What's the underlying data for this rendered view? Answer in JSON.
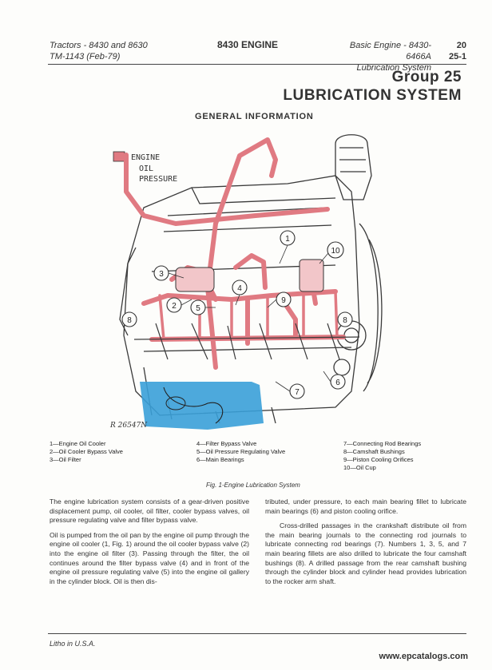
{
  "header": {
    "left_line1": "Tractors - 8430 and 8630",
    "left_line2": "TM-1143  (Feb-79)",
    "center": "8430 ENGINE",
    "right_line1": "Basic Engine - 8430-6466A",
    "right_page_top": "20",
    "right_line2": "Lubrication System",
    "right_page_bottom": "25-1"
  },
  "group_label": "Group 25",
  "section_title": "LUBRICATION SYSTEM",
  "subheading": "GENERAL INFORMATION",
  "figure": {
    "legend_key_label_1": "ENGINE",
    "legend_key_label_2": "OIL",
    "legend_key_label_3": "PRESSURE",
    "ref_code": "R 26547N",
    "callouts": [
      "1",
      "2",
      "3",
      "4",
      "5",
      "6",
      "7",
      "8",
      "9",
      "10"
    ],
    "caption": "Fig. 1-Engine Lubrication System",
    "colors": {
      "oil_pressure": "#e07a82",
      "oil_pan": "#3aa0d8",
      "line": "#333333"
    }
  },
  "legend": {
    "col1": [
      "1—Engine Oil Cooler",
      "2—Oil Cooler Bypass Valve",
      "3—Oil Filter"
    ],
    "col2": [
      "4—Filter Bypass Valve",
      "5—Oil Pressure Regulating Valve",
      "6—Main Bearings"
    ],
    "col3": [
      "7—Connecting Rod Bearings",
      "8—Camshaft Bushings",
      "9—Piston Cooling Orifices",
      "10—Oil Cup"
    ]
  },
  "body_left": [
    "The engine lubrication system consists of a gear-driven positive displacement pump, oil cooler, oil filter, cooler bypass valves, oil pressure regulating valve and filter bypass valve.",
    "Oil is pumped from the oil pan by the engine oil pump through the engine oil cooler (1, Fig. 1) around the oil cooler bypass valve (2) into the engine oil filter (3). Passing through the filter, the oil continues around the filter bypass valve (4) and in front of the engine oil pressure regulating valve (5) into the engine oil gallery in the cylinder block. Oil is then dis-"
  ],
  "body_right": [
    "tributed, under pressure, to each main bearing fillet to lubricate main bearings (6) and piston cooling orifice.",
    "Cross-drilled passages in the crankshaft distribute oil from the main bearing journals to the connecting rod journals to lubricate connecting rod bearings (7). Numbers 1, 3, 5, and 7 main bearing fillets are also drilled to lubricate the four camshaft bushings (8). A drilled passage from the rear camshaft bushing through the cylinder block and cylinder head provides lubrication to the rocker arm shaft."
  ],
  "footer": {
    "left": "Litho in U.S.A.",
    "right": "www.epcatalogs.com"
  }
}
